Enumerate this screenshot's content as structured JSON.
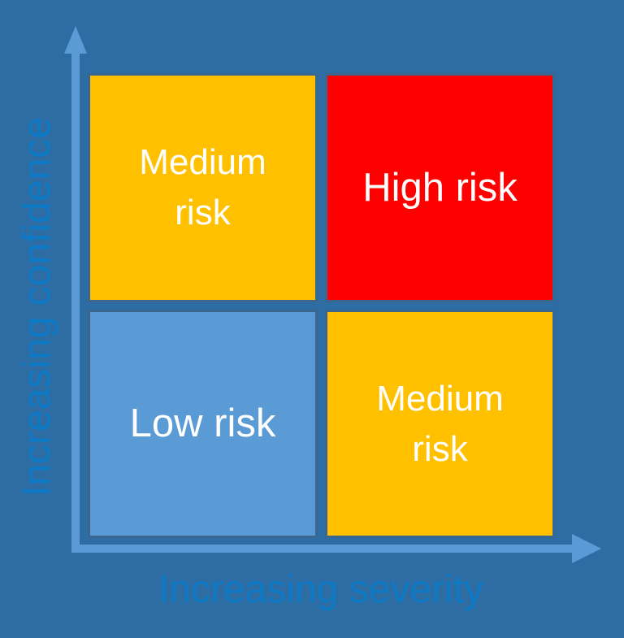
{
  "diagram": {
    "type": "risk-matrix-2x2",
    "axes": {
      "x": {
        "label": "Increasing severity",
        "direction": "right"
      },
      "y": {
        "label": "Increasing confidence",
        "direction": "up"
      }
    },
    "quadrants": [
      {
        "position": "top-left",
        "risk_level": "Medium risk",
        "lines": [
          "Medium",
          "risk"
        ],
        "fill": "#FFC000"
      },
      {
        "position": "top-right",
        "risk_level": "High risk",
        "lines": [
          "High risk"
        ],
        "fill": "#FE0000"
      },
      {
        "position": "bottom-left",
        "risk_level": "Low risk",
        "lines": [
          "Low risk"
        ],
        "fill": "#5B9BD5"
      },
      {
        "position": "bottom-right",
        "risk_level": "Medium risk",
        "lines": [
          "Medium",
          "risk"
        ],
        "fill": "#FFC000"
      }
    ]
  },
  "colors": {
    "background": "#2E6DA3",
    "axis": "#5B9BD5",
    "axis_label": "#0E79C5",
    "quadrant_border": "#3A678F",
    "label_text": "#FFFFFF",
    "gold": "#FFC000",
    "red": "#FE0000",
    "light_blue": "#5B9BD5"
  }
}
